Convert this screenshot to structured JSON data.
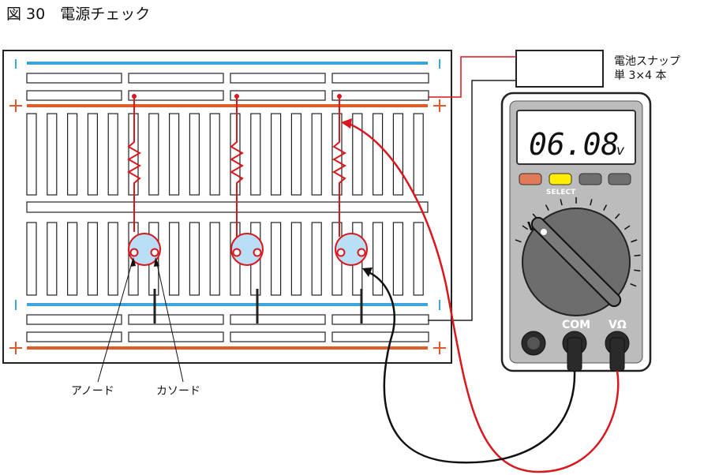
{
  "figure": {
    "title": "図 30　電源チェック"
  },
  "battery": {
    "line1": "電池スナップ",
    "line2": "単 3×4 本"
  },
  "multimeter": {
    "display": "06.08",
    "unit": "v",
    "select_label": "SELECT",
    "dial_label": "V",
    "jack_com": "COM",
    "jack_v": "VΩ"
  },
  "breadboard": {
    "plus": "+",
    "minus": "|"
  },
  "labels": {
    "anode": "アノード",
    "cathode": "カソード"
  },
  "colors": {
    "blue_rail": "#3da5dc",
    "red_rail": "#e05a2a",
    "wire_red": "#d8171f",
    "led": "#b9def6",
    "meter_body": "#bcbcbc",
    "btn_orange": "#e07a57",
    "btn_yellow": "#ffec00",
    "btn_gray": "#6f6f6f"
  }
}
